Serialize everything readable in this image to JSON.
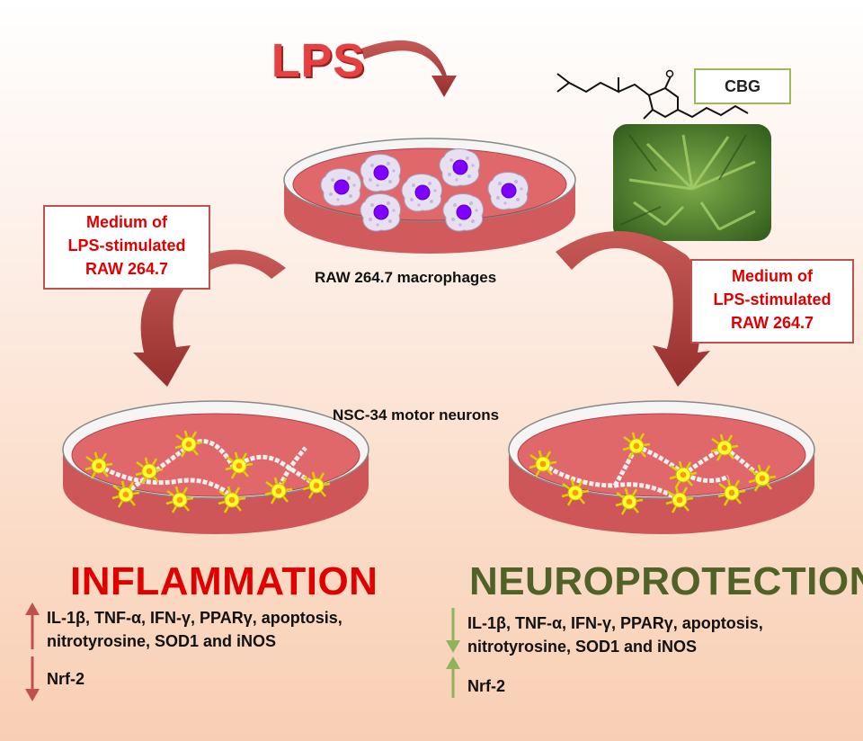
{
  "stimulus": {
    "label": "LPS"
  },
  "compound": {
    "label": "CBG"
  },
  "macrophage_dish": {
    "caption": "RAW 264.7 macrophages"
  },
  "neuron_dish": {
    "caption": "NSC-34 motor neurons"
  },
  "medium_label": {
    "line1": "Medium of",
    "line2": "LPS-stimulated",
    "line3": "RAW 264.7"
  },
  "left_outcome": {
    "title": "INFLAMMATION",
    "up_markers_line1": "IL-1β, TNF-α, IFN-γ, PPARγ, apoptosis,",
    "up_markers_line2": "nitrotyrosine, SOD1 and iNOS",
    "down_marker": "Nrf-2"
  },
  "right_outcome": {
    "title": "NEUROPROTECTION",
    "down_markers_line1": "IL-1β, TNF-α, IFN-γ, PPARγ, apoptosis,",
    "down_markers_line2": "nitrotyrosine, SOD1 and iNOS",
    "up_marker": "Nrf-2"
  },
  "colors": {
    "inflammation": "#e00000",
    "neuroprotection": "#4f6228",
    "arrow_red": "#c0504d",
    "arrow_green": "#8fb25a",
    "dish_fill": "#e0686a"
  }
}
